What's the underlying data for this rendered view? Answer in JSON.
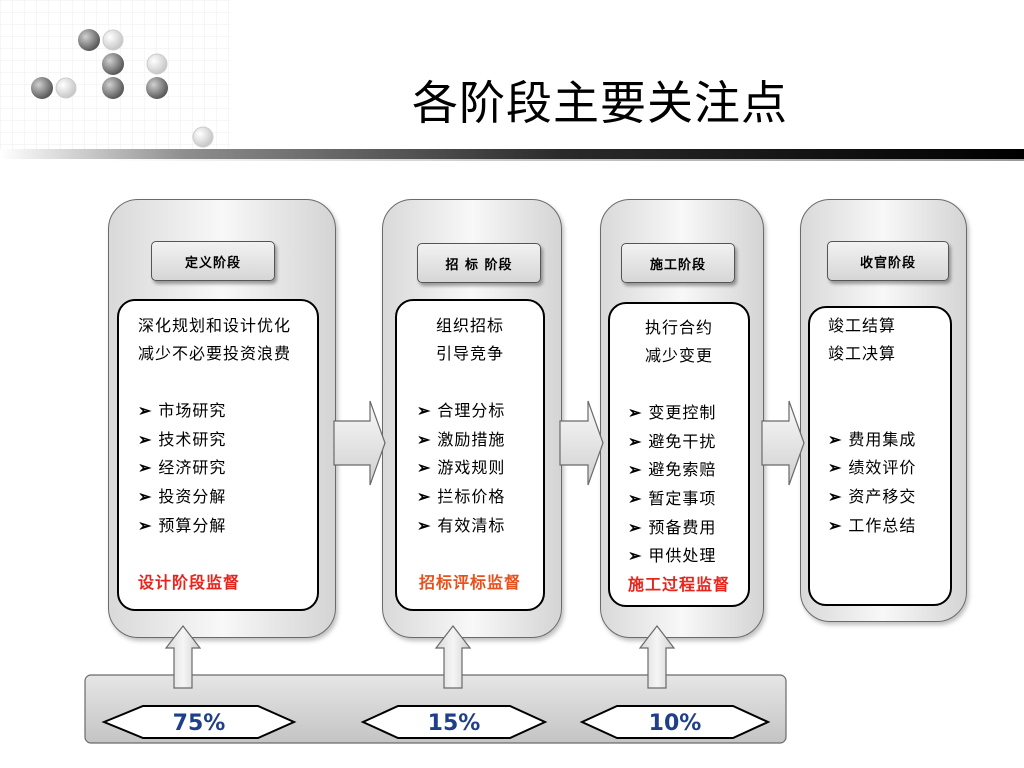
{
  "title": "各阶段主要关注点",
  "stages": [
    {
      "label": "定义阶段",
      "lines": [
        "深化规划和设计优化",
        "减少不必要投资浪费"
      ],
      "items": [
        "市场研究",
        "技术研究",
        "经济研究",
        "投资分解",
        "预算分解"
      ],
      "supervision": "设计阶段监督"
    },
    {
      "label": "招 标 阶段",
      "lines": [
        "组织招标",
        "引导竞争"
      ],
      "items": [
        "合理分标",
        "激励措施",
        "游戏规则",
        "拦标价格",
        "有效清标"
      ],
      "supervision": "招标评标监督"
    },
    {
      "label": "施工阶段",
      "lines": [
        "执行合约",
        "减少变更"
      ],
      "items": [
        "变更控制",
        "避免干扰",
        "避免索赔",
        "暂定事项",
        "预备费用",
        "甲供处理"
      ],
      "supervision": "施工过程监督"
    },
    {
      "label": "收官阶段",
      "lines": [
        "竣工结算",
        "竣工决算"
      ],
      "items": [
        "费用集成",
        "绩效评价",
        "资产移交",
        "工作总结"
      ],
      "supervision": ""
    }
  ],
  "percentages": [
    "75%",
    "15%",
    "10%"
  ],
  "colors": {
    "supervision_red": "#e8251d",
    "supervision_orange": "#e8501d",
    "percent_text": "#1f3f8a"
  }
}
